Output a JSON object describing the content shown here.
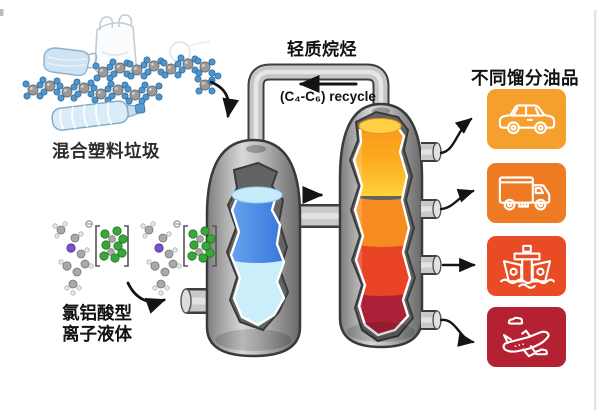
{
  "diagram_title": "plastic-waste-to-fuels-process",
  "labels": {
    "mixed_plastic_waste": "混合塑料垃圾",
    "light_alkanes": "轻质烷烃",
    "recycle": "(C₄-C₆) recycle",
    "different_fraction_oils": "不同馏分油品",
    "ionic_liquid_line1": "氯铝酸型",
    "ionic_liquid_line2": "离子液体"
  },
  "reactors": {
    "dissolution_vessel": {
      "liquid_top": "#a6dbf6",
      "liquid_mid": "#3b82e3",
      "liquid_bottom": "#cbeefb"
    },
    "distillation_column": {
      "fraction_1": "#f99d1c",
      "fraction_2": "#f68b1f",
      "fraction_3": "#e94426",
      "fraction_4": "#ad2138"
    }
  },
  "products": [
    {
      "id": "gasoline-car",
      "icon": "car-icon",
      "color": "#f5a02c"
    },
    {
      "id": "diesel-truck",
      "icon": "truck-icon",
      "color": "#ee7a23"
    },
    {
      "id": "marine-ship",
      "icon": "ship-icon",
      "color": "#e94b24"
    },
    {
      "id": "jet-airplane",
      "icon": "airplane-icon",
      "color": "#b42133"
    }
  ],
  "palette": {
    "vessel_metal": "#b5b5b5",
    "outline": "#3a3a3a",
    "arrow": "#141414",
    "anion_green": "#3aa63a",
    "cation_purple": "#7a52c7",
    "polymer_blue": "#4f96cc",
    "polymer_gray": "#9a9a9a"
  }
}
